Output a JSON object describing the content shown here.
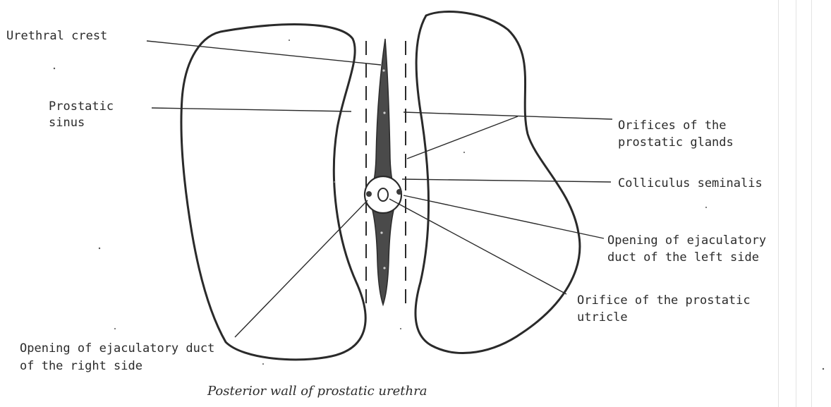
{
  "labels": {
    "urethral_crest": "Urethral crest",
    "prostatic_sinus": [
      "Prostatic",
      "sinus"
    ],
    "orifices_glands": [
      "Orifices of the",
      "prostatic glands"
    ],
    "colliculus": "Colliculus seminalis",
    "ejac_left": [
      "Opening of ejaculatory",
      "duct of the left side"
    ],
    "utricle": [
      "Orifice of the prostatic",
      "utricle"
    ],
    "ejac_right": [
      "Opening of ejaculatory duct",
      "of the right side"
    ]
  },
  "caption": "Posterior wall of prostatic urethra",
  "colors": {
    "line": "#2a2a2a",
    "crest_fill": "#4a4a4a"
  }
}
